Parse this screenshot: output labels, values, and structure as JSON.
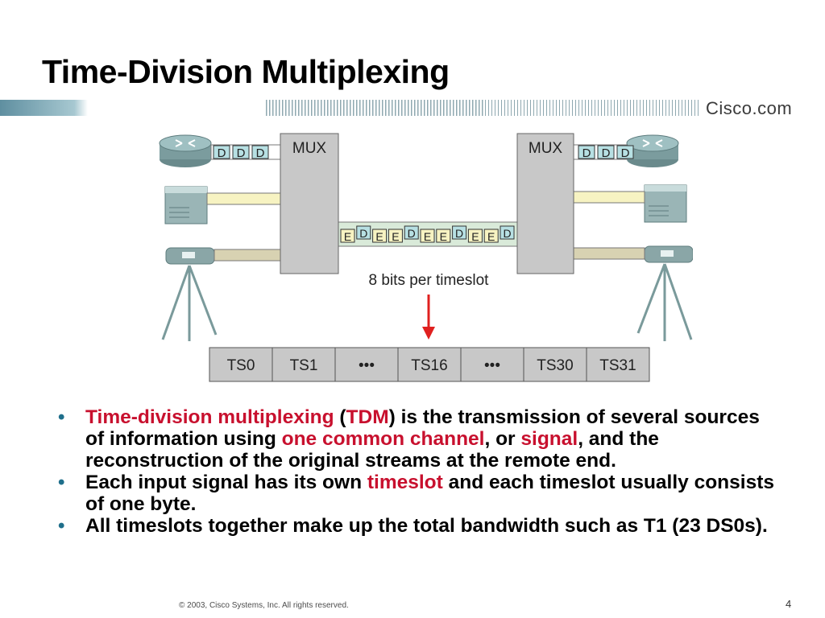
{
  "title": "Time-Division Multiplexing",
  "brand": "Cisco.com",
  "diagram": {
    "mux_left_label": "MUX",
    "mux_right_label": "MUX",
    "data_letter": "D",
    "trunk_frames": [
      "E",
      "D",
      "E",
      "E",
      "D",
      "E",
      "E",
      "D",
      "E",
      "E",
      "D"
    ],
    "timeslot_caption": "8 bits per timeslot",
    "timeslots": [
      "TS0",
      "TS1",
      "•••",
      "TS16",
      "•••",
      "TS30",
      "TS31"
    ]
  },
  "bullets": [
    {
      "segments": [
        {
          "text": "Time-division multiplexing",
          "highlight": true
        },
        {
          "text": " (",
          "highlight": false
        },
        {
          "text": "TDM",
          "highlight": true
        },
        {
          "text": ") is the transmission of several sources of information using ",
          "highlight": false
        },
        {
          "text": "one common channel",
          "highlight": true
        },
        {
          "text": ", or ",
          "highlight": false
        },
        {
          "text": "signal",
          "highlight": true
        },
        {
          "text": ", and the reconstruction of the original streams at the remote end.",
          "highlight": false
        }
      ]
    },
    {
      "segments": [
        {
          "text": "Each input signal has its own ",
          "highlight": false
        },
        {
          "text": "timeslot",
          "highlight": true
        },
        {
          "text": " and each timeslot usually consists of one byte.",
          "highlight": false
        }
      ]
    },
    {
      "segments": [
        {
          "text": "All timeslots together make up the total bandwidth such as T1 (23 DS0s).",
          "highlight": false
        }
      ]
    }
  ],
  "footer": "© 2003, Cisco Systems, Inc. All rights reserved.",
  "page_number": "4",
  "colors": {
    "highlight": "#c8102e",
    "mux_fill": "#c8c8c8",
    "data_cell": "#b7e0e3",
    "trunk_fill": "#d9ead9",
    "arrow": "#e0201f",
    "bullet": "#1f6f8b"
  },
  "icons": [
    "router-icon",
    "switch-icon",
    "video-camera-icon"
  ]
}
